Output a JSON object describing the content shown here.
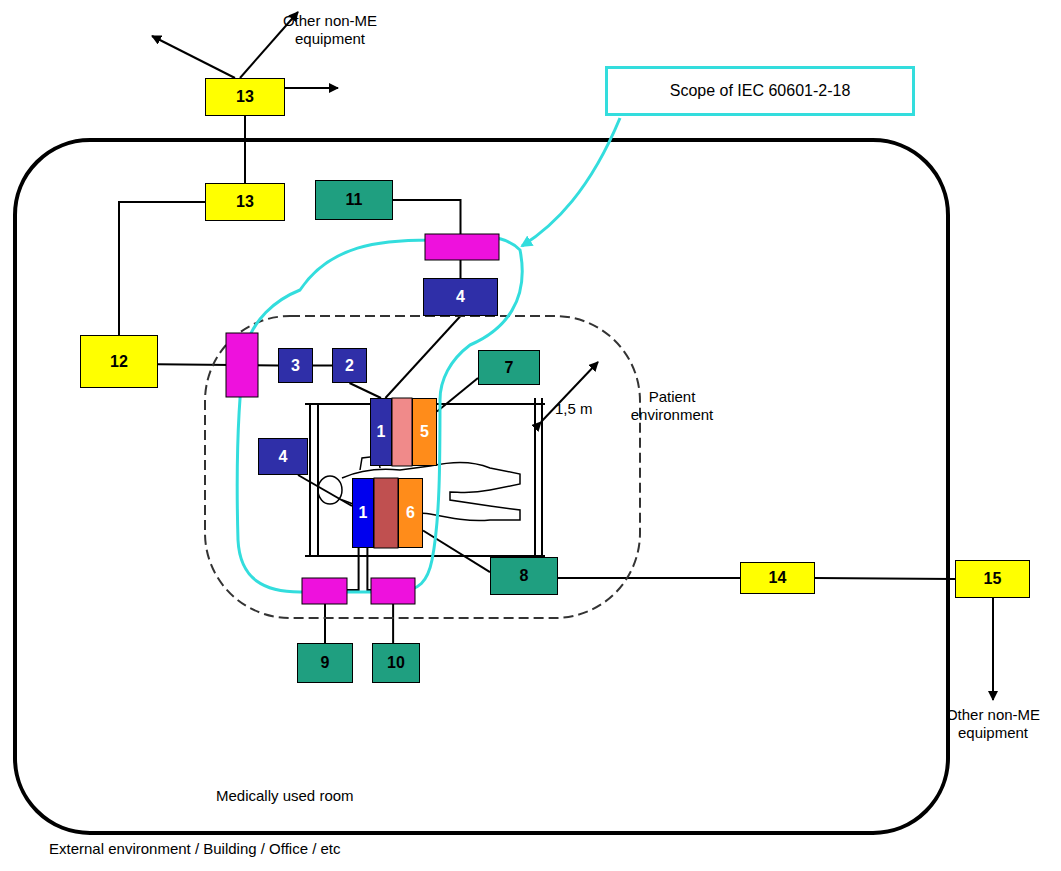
{
  "diagram": {
    "nodes": [
      {
        "text": [
          "13"
        ]
      },
      {
        "text": [
          "13"
        ]
      },
      {
        "text": [
          "11"
        ]
      },
      {
        "text": [
          "Scope of IEC 60601-2-18"
        ]
      },
      {
        "text": [
          "4"
        ]
      },
      {
        "text": [
          "12"
        ]
      },
      {
        "text": [
          "3"
        ]
      },
      {
        "text": [
          "2"
        ]
      },
      {
        "text": [
          "1"
        ]
      },
      {
        "text": [
          "5"
        ]
      },
      {
        "text": [
          "7"
        ]
      },
      {
        "text": [
          "4"
        ]
      },
      {
        "text": [
          "1"
        ]
      },
      {
        "text": [
          "6"
        ]
      },
      {
        "text": [
          "8"
        ]
      },
      {
        "text": [
          "14"
        ]
      },
      {
        "text": [
          "15"
        ]
      },
      {
        "text": [
          "9"
        ]
      },
      {
        "text": [
          "10"
        ]
      }
    ],
    "edges": [
      {
        "from": 0,
        "to": 1,
        "arrow": "none"
      },
      {
        "from": 1,
        "to": 5,
        "arrow": "none"
      },
      {
        "from": 5,
        "to": 6,
        "arrow": "none"
      },
      {
        "from": 6,
        "to": 7,
        "arrow": "none"
      },
      {
        "from": 7,
        "to": 8,
        "arrow": "none"
      },
      {
        "from": 4,
        "to": 8,
        "arrow": "none"
      },
      {
        "from": 2,
        "to": 4,
        "arrow": "none"
      },
      {
        "from": 9,
        "to": 10,
        "arrow": "none"
      },
      {
        "from": 11,
        "to": 12,
        "arrow": "none"
      },
      {
        "from": 12,
        "to": 17,
        "arrow": "none"
      },
      {
        "from": 12,
        "to": 18,
        "arrow": "none"
      },
      {
        "from": 13,
        "to": 14,
        "arrow": "none"
      },
      {
        "from": 14,
        "to": 15,
        "arrow": "none"
      },
      {
        "from": 15,
        "to": 16,
        "arrow": "none"
      }
    ],
    "labels": [
      "Other non-ME equipment",
      "Patient environment",
      "1,5 m",
      "Medically used room",
      "External environment / Building / Office / etc",
      "Other non-ME equipment"
    ]
  }
}
